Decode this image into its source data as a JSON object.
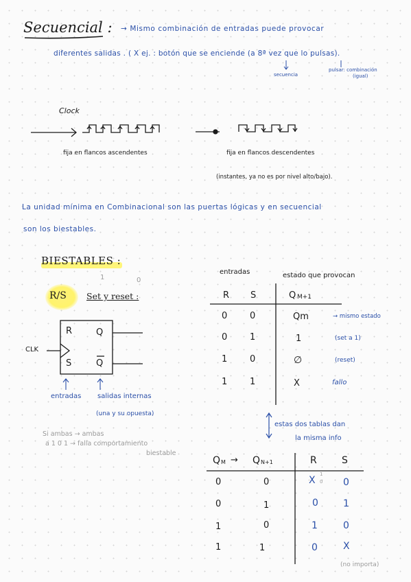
{
  "intro": {
    "title": "Secuencial :",
    "line1": "→ Mismo combinación de entradas puede provocar",
    "line2": "diferentes salidas . ( X ej. : botón que se enciende (a 8ª vez que lo pulsas).",
    "note_secuencia": "secuencia",
    "note_pulsar": "pulsar: combinación",
    "note_igual": "(igual)"
  },
  "clock": {
    "label": "Clock",
    "caption_rising": "fija en flancos ascendentes",
    "caption_falling": "fija en flancos descendentes",
    "caption_instant": "(instantes, ya no es por nivel alto/bajo)."
  },
  "definition": {
    "line1": "La unidad mínima en Combinacional son las puertas lógicas y en secuencial",
    "line2": "son los biestables."
  },
  "biestables": {
    "heading": "BIESTABLES :",
    "rs_tag": "R/S",
    "set_reset": "Set y reset :",
    "mark_one": "1",
    "mark_zero": "0",
    "pin_r": "R",
    "pin_s": "S",
    "pin_q": "Q",
    "pin_qbar": "Q",
    "clk": "CLK",
    "label_entradas": "entradas",
    "label_salidas": "salidas internas",
    "label_opuestas": "(una y su opuesta)"
  },
  "side_note": {
    "line1": "Si ambas   →  ambas",
    "line2": "a 1            0 1   → falla comportamiento",
    "line3": "biestable"
  },
  "table1": {
    "header_entradas": "entradas",
    "header_estado": "estado que provocan",
    "columns": [
      "R",
      "S",
      "Q",
      "M+1"
    ],
    "rows": [
      {
        "r": "0",
        "s": "0",
        "q": "Qm",
        "note": "→ mismo estado"
      },
      {
        "r": "0",
        "s": "1",
        "q": "1",
        "note": "(set a 1)"
      },
      {
        "r": "1",
        "s": "0",
        "q": "∅",
        "note": "(reset)"
      },
      {
        "r": "1",
        "s": "1",
        "q": "X",
        "note": "fallo"
      }
    ]
  },
  "link_note": {
    "line1": "estas dos tablas dan",
    "line2": "la misma info"
  },
  "table2": {
    "col_qm": "Q",
    "col_qm_sub": "M",
    "col_arrow": "→",
    "col_qn": "Q",
    "col_qn_sub": "N+1",
    "col_r": "R",
    "col_s": "S",
    "rows": [
      {
        "qm": "0",
        "qn": "0",
        "r": "X",
        "s": "0"
      },
      {
        "qm": "0",
        "qn": "1",
        "r": "0",
        "s": "1"
      },
      {
        "qm": "1",
        "qn": "0",
        "r": "1",
        "s": "0"
      },
      {
        "qm": "1",
        "qn": "1",
        "r": "0",
        "s": "X"
      }
    ],
    "x_note_top": "1",
    "x_note_bottom": "0",
    "footnote": "(no importa)"
  }
}
